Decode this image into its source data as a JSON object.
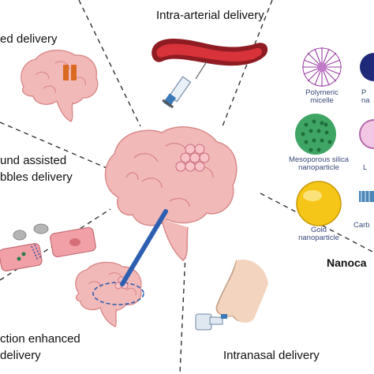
{
  "labels": {
    "focused": "ed delivery",
    "intra_arterial": "Intra-arterial delivery",
    "ultrasound_line1": "und assisted",
    "ultrasound_line2": "bbles delivery",
    "convection_line1": "ction enhanced",
    "convection_line2": "delivery",
    "intranasal": "Intranasal delivery",
    "nanocarriers": "Nanoca"
  },
  "nanocarriers": {
    "polymeric_line1": "Polymeric",
    "polymeric_line2": "micelle",
    "p_cut_line1": "P",
    "p_cut_line2": "na",
    "mesoporous_line1": "Mesoporous silica",
    "mesoporous_line2": "nanoparticle",
    "l_cut": "L",
    "gold_line1": "Gold",
    "gold_line2": "nanoparticle",
    "carb_cut": "Carb"
  },
  "colors": {
    "brain": "#f2b9b9",
    "brain_fold": "#d98a8a",
    "gold": "#f5c518",
    "silica": "#3fa564",
    "micelle": "#9a3fa5",
    "artery": "#b5252c",
    "catheter": "#2d5fb0"
  }
}
